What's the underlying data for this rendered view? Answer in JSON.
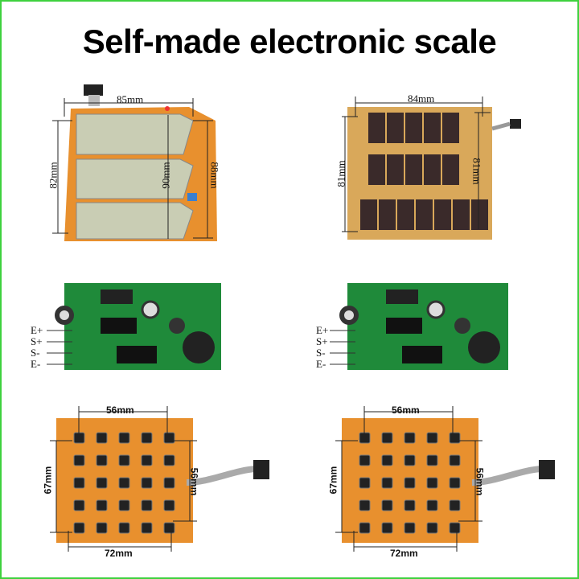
{
  "title": "Self-made electronic scale",
  "lcd_board": {
    "width": "85mm",
    "height_left": "82mm",
    "display_height": "90mm",
    "height_right": "88mm"
  },
  "led_board": {
    "width": "84mm",
    "height_left": "81mm",
    "height_right": "81mm"
  },
  "main_board": {
    "pins": [
      "E+",
      "S+",
      "S-",
      "E-"
    ]
  },
  "keypad": {
    "top_width": "56mm",
    "height_left": "67mm",
    "height_right": "56mm",
    "bottom_width": "72mm",
    "rows": 5,
    "cols": 5
  },
  "colors": {
    "border": "#3ed13e",
    "pcb_orange": "#e8902e",
    "pcb_green": "#1f8a3a",
    "lcd": "#c9cdb4",
    "led_digit": "#3a2a2a"
  }
}
